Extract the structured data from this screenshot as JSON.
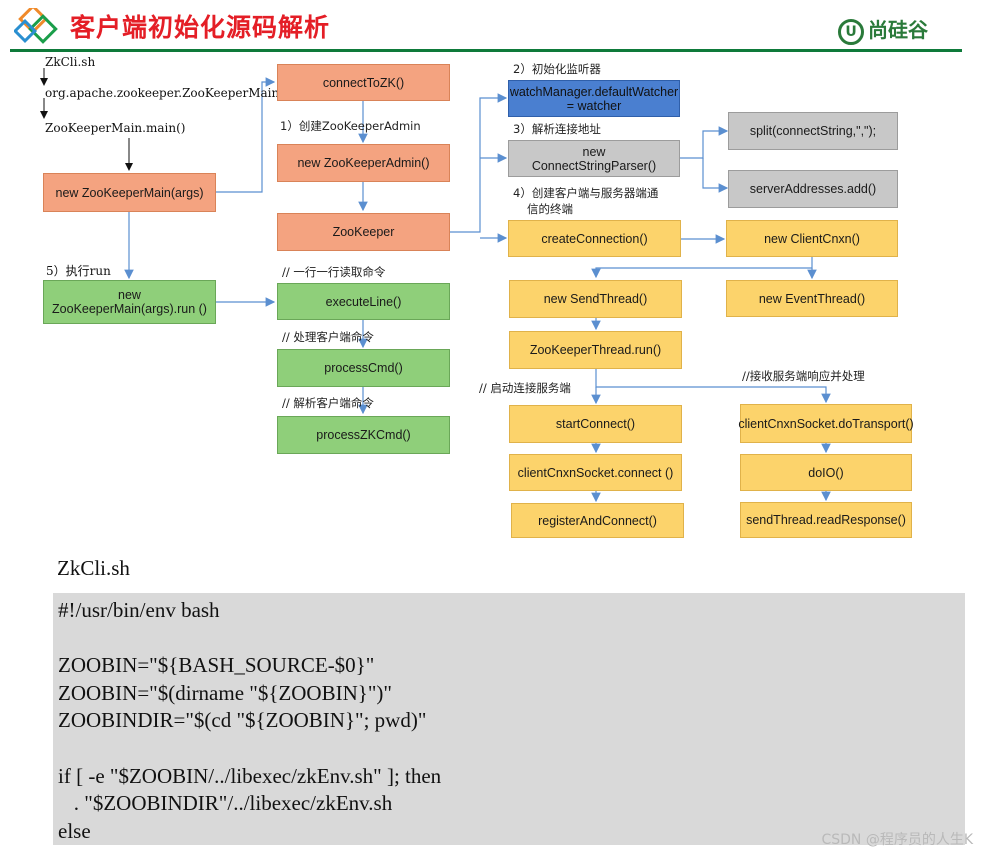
{
  "header": {
    "title": "客户端初始化源码解析",
    "brand": "尚硅谷",
    "brand_mark": "U",
    "accent_color": "#e41e26",
    "brand_color": "#2a7a3a"
  },
  "diagram": {
    "left_labels": {
      "zkcli": "ZkCli.sh",
      "main_class": "org.apache.zookeeper.ZooKeeperMain",
      "main_method": "ZooKeeperMain.main()",
      "step5": "5）执行run"
    },
    "nodes": {
      "new_main": "new ZooKeeperMain(args)",
      "run": "new ZooKeeperMain(args).run ()",
      "connect_to_zk": "connectToZK()",
      "new_admin": "new ZooKeeperAdmin()",
      "zookeeper": "ZooKeeper",
      "execute_line": "executeLine()",
      "process_cmd": "processCmd()",
      "process_zk_cmd": "processZKCmd()",
      "default_watcher": "watchManager.defaultWatcher = watcher",
      "connect_string_parser": "new ConnectStringParser()",
      "split": "split(connectString,\",\");",
      "server_addresses": "serverAddresses.add()",
      "create_connection": "createConnection()",
      "new_client_cnxn": "new ClientCnxn()",
      "new_send_thread": "new SendThread()",
      "new_event_thread": "new EventThread()",
      "zk_thread_run": "ZooKeeperThread.run()",
      "start_connect": "startConnect()",
      "socket_connect": "clientCnxnSocket.connect ()",
      "register_and_connect": "registerAndConnect()",
      "do_transport": "clientCnxnSocket.doTransport()",
      "do_io": "doIO()",
      "read_response": "sendThread.readResponse()"
    },
    "labels": {
      "step1": "1）创建ZooKeeperAdmin",
      "step2": "2）初始化监听器",
      "step3": "3）解析连接地址",
      "step4_line1": "4）创建客户端与服务器端通",
      "step4_line2": "信的终端",
      "read_cmd": "// 一行一行读取命令",
      "handle_cmd": "// 处理客户端命令",
      "parse_cmd": "// 解析客户端命令",
      "start_server": "// 启动连接服务端",
      "recv_response": "//接收服务端响应并处理"
    }
  },
  "code": {
    "title": "ZkCli.sh",
    "lines": [
      "#!/usr/bin/env bash",
      "",
      "ZOOBIN=\"${BASH_SOURCE-$0}\"",
      "ZOOBIN=\"$(dirname \"${ZOOBIN}\")\"",
      "ZOOBINDIR=\"$(cd \"${ZOOBIN}\"; pwd)\"",
      "",
      "if [ -e \"$ZOOBIN/../libexec/zkEnv.sh\" ]; then",
      "   . \"$ZOOBINDIR\"/../libexec/zkEnv.sh",
      "else"
    ]
  },
  "watermark": "CSDN @程序员的人生K"
}
